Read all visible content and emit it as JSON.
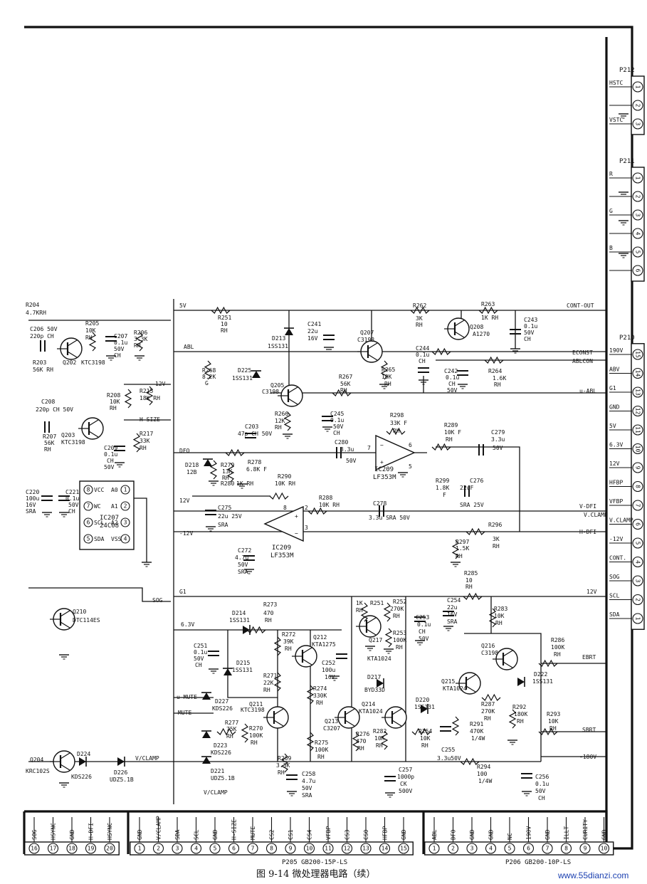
{
  "caption": "图 9-14   微处理器电路（续）",
  "watermark": "www.55dianzi.com",
  "connectors": {
    "p212": {
      "name": "P212",
      "signals": [
        "HSTC",
        "",
        "VSTC"
      ],
      "pins": [
        "1",
        "2",
        "3"
      ]
    },
    "p211": {
      "name": "P211",
      "signals": [
        "R",
        "",
        "G",
        "",
        "B",
        ""
      ],
      "pins": [
        "1",
        "2",
        "3",
        "4",
        "5",
        "6"
      ]
    },
    "p210": {
      "name": "P210",
      "signals": [
        "190V",
        "ABV",
        "G1",
        "GND",
        "5V",
        "6.3V",
        "12V",
        "HFBP",
        "VFBP",
        "V.CLAMP",
        "-12V",
        "CONT.",
        "SOG",
        "SCL",
        "SDA"
      ],
      "pins": [
        "15",
        "14",
        "13",
        "12",
        "11",
        "10",
        "9",
        "8",
        "7",
        "6",
        "5",
        "4",
        "3",
        "2",
        "1"
      ]
    },
    "p205": {
      "name": "P205  GB200-15P-LS",
      "signals": [
        "GND",
        "V/CLAMP",
        "SDA",
        "SCL",
        "GND",
        "H-SIZE",
        "MUTE",
        "CS2",
        "CS1",
        "CS4",
        "VFBP",
        "CS3",
        "CS0",
        "HFBP",
        "GND"
      ],
      "pins": [
        "1",
        "2",
        "3",
        "4",
        "5",
        "6",
        "7",
        "8",
        "9",
        "10",
        "11",
        "12",
        "13",
        "14",
        "15"
      ]
    },
    "p206": {
      "name": "P206  GB200-10P-LS",
      "signals": [
        "ABL",
        "DFO",
        "GND",
        "GND",
        "NC",
        "190V",
        "GND",
        "ILLT",
        "CURITY",
        "GND"
      ],
      "pins": [
        "1",
        "2",
        "3",
        "4",
        "5",
        "6",
        "7",
        "8",
        "9",
        "10"
      ]
    },
    "left": {
      "signals": [
        "SOG",
        "HSYNC",
        "GND",
        "H-DFI",
        "HSYNC"
      ],
      "pins": [
        "16",
        "17",
        "18",
        "19",
        "20"
      ]
    }
  },
  "ic207": {
    "name": "IC207",
    "part": "24C08",
    "pins_left": [
      "VCC",
      "WC",
      "SCL",
      "SDA"
    ],
    "pins_right": [
      "A0",
      "A1",
      "A2",
      "VSS"
    ],
    "nums_left": [
      "8",
      "7",
      "6",
      "5"
    ],
    "nums_right": [
      "1",
      "2",
      "3",
      "4"
    ]
  },
  "ic209a": {
    "name": "IC209",
    "part": "LF353M",
    "pins": [
      "7",
      "6",
      "5"
    ]
  },
  "ic209b": {
    "name": "IC209",
    "part": "LF353M",
    "pins": [
      "8",
      "2",
      "3"
    ]
  },
  "labels": [
    {
      "id": "r204",
      "text": "R204"
    },
    {
      "id": "r204v",
      "text": "4.7KRH"
    },
    {
      "id": "r205",
      "text": "R205"
    },
    {
      "id": "r205v",
      "text": "10K"
    },
    {
      "id": "r205r",
      "text": "RH"
    },
    {
      "id": "c206",
      "text": "C206 50V"
    },
    {
      "id": "c206v",
      "text": "220p CH"
    },
    {
      "id": "c207",
      "text": "C207"
    },
    {
      "id": "c207v",
      "text": "0.1u"
    },
    {
      "id": "c207x",
      "text": "50V"
    },
    {
      "id": "c207y",
      "text": "CH"
    },
    {
      "id": "r206",
      "text": "R206"
    },
    {
      "id": "r206v",
      "text": "3.3K"
    },
    {
      "id": "r206r",
      "text": "RH"
    },
    {
      "id": "q202",
      "text": "Q202"
    },
    {
      "id": "q202p",
      "text": "KTC3198"
    },
    {
      "id": "r203",
      "text": "R203"
    },
    {
      "id": "r203v",
      "text": "56K RH"
    },
    {
      "id": "r208",
      "text": "R208"
    },
    {
      "id": "r208v",
      "text": "10K"
    },
    {
      "id": "r208r",
      "text": "RH"
    },
    {
      "id": "r215",
      "text": "R215"
    },
    {
      "id": "r215v",
      "text": "18K RH"
    },
    {
      "id": "v12a",
      "text": "12V"
    },
    {
      "id": "hsize",
      "text": "H-SIZE"
    },
    {
      "id": "c208",
      "text": "C208"
    },
    {
      "id": "c208v",
      "text": "220p CH 50V"
    },
    {
      "id": "r207",
      "text": "R207"
    },
    {
      "id": "r207v",
      "text": "56K"
    },
    {
      "id": "r207r",
      "text": "RH"
    },
    {
      "id": "q203",
      "text": "Q203"
    },
    {
      "id": "q203p",
      "text": "KTC3198"
    },
    {
      "id": "c209",
      "text": "C209"
    },
    {
      "id": "c209v",
      "text": "0.1u"
    },
    {
      "id": "c209x",
      "text": "CH"
    },
    {
      "id": "c209y",
      "text": "50V"
    },
    {
      "id": "r217",
      "text": "R217"
    },
    {
      "id": "r217v",
      "text": "33K"
    },
    {
      "id": "r217r",
      "text": "RH"
    },
    {
      "id": "c220",
      "text": "C220"
    },
    {
      "id": "c220v",
      "text": "100u"
    },
    {
      "id": "c220x",
      "text": "16V"
    },
    {
      "id": "c220y",
      "text": "SRA"
    },
    {
      "id": "c221",
      "text": "C221"
    },
    {
      "id": "c221v",
      "text": "0.1u"
    },
    {
      "id": "c221x",
      "text": "50V"
    },
    {
      "id": "c221y",
      "text": "CH"
    },
    {
      "id": "q210",
      "text": "Q210"
    },
    {
      "id": "q210p",
      "text": "DTC114ES"
    },
    {
      "id": "sog",
      "text": "SOG"
    },
    {
      "id": "q204",
      "text": "Q204"
    },
    {
      "id": "q204p",
      "text": "KRC102S"
    },
    {
      "id": "d224",
      "text": "D224"
    },
    {
      "id": "d224p",
      "text": "KDS226"
    },
    {
      "id": "d226",
      "text": "D226"
    },
    {
      "id": "d226p",
      "text": "UDZ5.1B"
    },
    {
      "id": "vclamp",
      "text": "V/CLAMP"
    },
    {
      "id": "v5",
      "text": "5V"
    },
    {
      "id": "r251",
      "text": "R251"
    },
    {
      "id": "r251v",
      "text": "10"
    },
    {
      "id": "r251r",
      "text": "RH"
    },
    {
      "id": "abl",
      "text": "ABL"
    },
    {
      "id": "d213",
      "text": "D213"
    },
    {
      "id": "d213p",
      "text": "1SS131"
    },
    {
      "id": "c241",
      "text": "C241"
    },
    {
      "id": "c241v",
      "text": "22u"
    },
    {
      "id": "c241x",
      "text": "16V"
    },
    {
      "id": "q207",
      "text": "Q207"
    },
    {
      "id": "q207p",
      "text": "C3198"
    },
    {
      "id": "r262",
      "text": "R262"
    },
    {
      "id": "r262v",
      "text": "3K"
    },
    {
      "id": "r262r",
      "text": "RH"
    },
    {
      "id": "r263",
      "text": "R263"
    },
    {
      "id": "r263v",
      "text": "1K RH"
    },
    {
      "id": "q208",
      "text": "Q208"
    },
    {
      "id": "q208p",
      "text": "A1270"
    },
    {
      "id": "c243",
      "text": "C243"
    },
    {
      "id": "c243v",
      "text": "0.1u"
    },
    {
      "id": "c243x",
      "text": "50V"
    },
    {
      "id": "c243y",
      "text": "CH"
    },
    {
      "id": "contout",
      "text": "CONT-OUT"
    },
    {
      "id": "c244",
      "text": "C244"
    },
    {
      "id": "c244v",
      "text": "0.1u"
    },
    {
      "id": "c244x",
      "text": "CH"
    },
    {
      "id": "econst",
      "text": "ECONST"
    },
    {
      "id": "ablcon",
      "text": "ABLCON"
    },
    {
      "id": "r268",
      "text": "R268"
    },
    {
      "id": "r268v",
      "text": "8.2K"
    },
    {
      "id": "r268r",
      "text": "G"
    },
    {
      "id": "d225",
      "text": "D225"
    },
    {
      "id": "d225p",
      "text": "1SS131"
    },
    {
      "id": "q205",
      "text": "Q205"
    },
    {
      "id": "q205p",
      "text": "C3198"
    },
    {
      "id": "r267",
      "text": "R267"
    },
    {
      "id": "r267v",
      "text": "56K"
    },
    {
      "id": "r267r",
      "text": "RH"
    },
    {
      "id": "r265",
      "text": "R265"
    },
    {
      "id": "r265v",
      "text": "10K"
    },
    {
      "id": "r265r",
      "text": "RH"
    },
    {
      "id": "c242",
      "text": "C242"
    },
    {
      "id": "c242v",
      "text": "0.1u"
    },
    {
      "id": "c242x",
      "text": "CH"
    },
    {
      "id": "c242y",
      "text": "50V"
    },
    {
      "id": "r264",
      "text": "R264"
    },
    {
      "id": "r264v",
      "text": "1.6K"
    },
    {
      "id": "r264r",
      "text": "RH"
    },
    {
      "id": "uabl",
      "text": "u-ABL"
    },
    {
      "id": "r266",
      "text": "R266"
    },
    {
      "id": "r266v",
      "text": "12K"
    },
    {
      "id": "r266r",
      "text": "RH"
    },
    {
      "id": "c245",
      "text": "C245"
    },
    {
      "id": "c245v",
      "text": "0.1u"
    },
    {
      "id": "c245x",
      "text": "50V"
    },
    {
      "id": "c245y",
      "text": "CH"
    },
    {
      "id": "r298",
      "text": "R298"
    },
    {
      "id": "r298v",
      "text": "33K F"
    },
    {
      "id": "r298r",
      "text": "RH"
    },
    {
      "id": "r289",
      "text": "R289"
    },
    {
      "id": "r289v",
      "text": "10K F"
    },
    {
      "id": "r289r",
      "text": "RH"
    },
    {
      "id": "c279",
      "text": "C279"
    },
    {
      "id": "c279v",
      "text": "3.3u"
    },
    {
      "id": "c279x",
      "text": "50V"
    },
    {
      "id": "dfo",
      "text": "DFO"
    },
    {
      "id": "c203",
      "text": "C203"
    },
    {
      "id": "c203v",
      "text": "47p CH 50V"
    },
    {
      "id": "c280",
      "text": "C280"
    },
    {
      "id": "c280v",
      "text": "3.3u"
    },
    {
      "id": "c280x",
      "text": "50V"
    },
    {
      "id": "d218",
      "text": "D218"
    },
    {
      "id": "d218v",
      "text": "12B"
    },
    {
      "id": "r279",
      "text": "R279"
    },
    {
      "id": "r279v",
      "text": "13K"
    },
    {
      "id": "r279r",
      "text": "RH"
    },
    {
      "id": "r278",
      "text": "R278"
    },
    {
      "id": "r278v",
      "text": "6.8K F"
    },
    {
      "id": "r280",
      "text": "R280"
    },
    {
      "id": "r280v",
      "text": "1K RH"
    },
    {
      "id": "r290",
      "text": "R290"
    },
    {
      "id": "r290v",
      "text": "10K RH"
    },
    {
      "id": "r299",
      "text": "R299"
    },
    {
      "id": "r299v",
      "text": "1.8K"
    },
    {
      "id": "r299r",
      "text": "F"
    },
    {
      "id": "c276",
      "text": "C276"
    },
    {
      "id": "c276v",
      "text": "22uF"
    },
    {
      "id": "c276x",
      "text": "SRA 25V"
    },
    {
      "id": "v12b",
      "text": "12V"
    },
    {
      "id": "c275",
      "text": "C275"
    },
    {
      "id": "c275v",
      "text": "22u 25V"
    },
    {
      "id": "c275x",
      "text": "SRA"
    },
    {
      "id": "r288",
      "text": "R288"
    },
    {
      "id": "r288v",
      "text": "10K RH"
    },
    {
      "id": "c278",
      "text": "C278"
    },
    {
      "id": "c278v",
      "text": "3.3u SRA 50V"
    },
    {
      "id": "vdfi",
      "text": "V-DFI"
    },
    {
      "id": "hdfi",
      "text": "H-DFI"
    },
    {
      "id": "vclamp2",
      "text": "V.CLAMP"
    },
    {
      "id": "m12v",
      "text": "-12V"
    },
    {
      "id": "r297",
      "text": "R297"
    },
    {
      "id": "r297v",
      "text": "1.5K"
    },
    {
      "id": "r297r",
      "text": "RH"
    },
    {
      "id": "r296",
      "text": "R296"
    },
    {
      "id": "r296v",
      "text": "3K"
    },
    {
      "id": "r296r",
      "text": "RH"
    },
    {
      "id": "c272",
      "text": "C272"
    },
    {
      "id": "c272v",
      "text": "4.7u"
    },
    {
      "id": "c272x",
      "text": "50V"
    },
    {
      "id": "c272y",
      "text": "SRA"
    },
    {
      "id": "g1",
      "text": "G1"
    },
    {
      "id": "r285",
      "text": "R285"
    },
    {
      "id": "r285v",
      "text": "10"
    },
    {
      "id": "r285r",
      "text": "RH"
    },
    {
      "id": "v12c",
      "text": "12V"
    },
    {
      "id": "v63",
      "text": "6.3V"
    },
    {
      "id": "d214",
      "text": "D214"
    },
    {
      "id": "d214p",
      "text": "1SS131"
    },
    {
      "id": "r273",
      "text": "R273"
    },
    {
      "id": "r273v",
      "text": "470"
    },
    {
      "id": "r273r",
      "text": "RH"
    },
    {
      "id": "r272",
      "text": "R272"
    },
    {
      "id": "r272v",
      "text": "39K"
    },
    {
      "id": "r272r",
      "text": "RH"
    },
    {
      "id": "q212",
      "text": "Q212"
    },
    {
      "id": "q212p",
      "text": "KTA1275"
    },
    {
      "id": "c252",
      "text": "C252"
    },
    {
      "id": "c252v",
      "text": "100u"
    },
    {
      "id": "c252x",
      "text": "16V"
    },
    {
      "id": "c251",
      "text": "C251"
    },
    {
      "id": "c251v",
      "text": "0.1u"
    },
    {
      "id": "c251x",
      "text": "50V"
    },
    {
      "id": "c251y",
      "text": "CH"
    },
    {
      "id": "d215",
      "text": "D215"
    },
    {
      "id": "d215p",
      "text": "1SS131"
    },
    {
      "id": "r271",
      "text": "R271"
    },
    {
      "id": "r271v",
      "text": "22K"
    },
    {
      "id": "r271r",
      "text": "RH"
    },
    {
      "id": "r274",
      "text": "R274"
    },
    {
      "id": "r274v",
      "text": "330K"
    },
    {
      "id": "r274r",
      "text": "RH"
    },
    {
      "id": "umute",
      "text": "u-MUTE"
    },
    {
      "id": "mute",
      "text": "MUTE"
    },
    {
      "id": "d227",
      "text": "D227"
    },
    {
      "id": "d227p",
      "text": "KDS226"
    },
    {
      "id": "q211",
      "text": "Q211"
    },
    {
      "id": "q211p",
      "text": "KTC3198"
    },
    {
      "id": "r277",
      "text": "R277"
    },
    {
      "id": "r277v",
      "text": "75K"
    },
    {
      "id": "r277r",
      "text": "RH"
    },
    {
      "id": "r270",
      "text": "R270"
    },
    {
      "id": "r270v",
      "text": "100K"
    },
    {
      "id": "r270r",
      "text": "RH"
    },
    {
      "id": "d223",
      "text": "D223"
    },
    {
      "id": "d223p",
      "text": "KDS226"
    },
    {
      "id": "d221",
      "text": "D221"
    },
    {
      "id": "d221p",
      "text": "UDZ5.1B"
    },
    {
      "id": "vclamp3",
      "text": "V/CLAMP"
    },
    {
      "id": "r269",
      "text": "R269"
    },
    {
      "id": "r269v",
      "text": "3.3K"
    },
    {
      "id": "r269r",
      "text": "RH"
    },
    {
      "id": "c258",
      "text": "C258"
    },
    {
      "id": "c258v",
      "text": "4.7u"
    },
    {
      "id": "c258x",
      "text": "50V"
    },
    {
      "id": "c258y",
      "text": "SRA"
    },
    {
      "id": "r251b",
      "text": "R251"
    },
    {
      "id": "r251bv",
      "text": "1K"
    },
    {
      "id": "r251br",
      "text": "RH"
    },
    {
      "id": "r252",
      "text": "R252"
    },
    {
      "id": "r252v",
      "text": "270K"
    },
    {
      "id": "r252r",
      "text": "RH"
    },
    {
      "id": "q217",
      "text": "Q217"
    },
    {
      "id": "q217p",
      "text": "KTA1024"
    },
    {
      "id": "r253",
      "text": "R253"
    },
    {
      "id": "r253v",
      "text": "100K"
    },
    {
      "id": "r253r",
      "text": "RH"
    },
    {
      "id": "c253",
      "text": "C253"
    },
    {
      "id": "c253v",
      "text": "0.1u"
    },
    {
      "id": "c253x",
      "text": "CH"
    },
    {
      "id": "c253y",
      "text": "50V"
    },
    {
      "id": "c254",
      "text": "C254"
    },
    {
      "id": "c254v",
      "text": "22u"
    },
    {
      "id": "c254x",
      "text": "16V"
    },
    {
      "id": "c254y",
      "text": "SRA"
    },
    {
      "id": "r283",
      "text": "R283"
    },
    {
      "id": "r283v",
      "text": "10K"
    },
    {
      "id": "r283r",
      "text": "RH"
    },
    {
      "id": "q216",
      "text": "Q216"
    },
    {
      "id": "q216p",
      "text": "C3198"
    },
    {
      "id": "r286",
      "text": "R286"
    },
    {
      "id": "r286v",
      "text": "100K"
    },
    {
      "id": "r286r",
      "text": "RH"
    },
    {
      "id": "ebrt",
      "text": "EBRT"
    },
    {
      "id": "d217",
      "text": "D217"
    },
    {
      "id": "d217p",
      "text": "BYD33D"
    },
    {
      "id": "q215",
      "text": "Q215"
    },
    {
      "id": "q215p",
      "text": "KTA1024"
    },
    {
      "id": "d222",
      "text": "D222"
    },
    {
      "id": "d222p",
      "text": "1SS131"
    },
    {
      "id": "q213",
      "text": "Q213"
    },
    {
      "id": "q213p",
      "text": "C3207"
    },
    {
      "id": "q214",
      "text": "Q214"
    },
    {
      "id": "q214p",
      "text": "KTA1024"
    },
    {
      "id": "d220",
      "text": "D220"
    },
    {
      "id": "d220p",
      "text": "1SS131"
    },
    {
      "id": "r287",
      "text": "R287"
    },
    {
      "id": "r287v",
      "text": "270K"
    },
    {
      "id": "r287r",
      "text": "RH"
    },
    {
      "id": "r292",
      "text": "R292"
    },
    {
      "id": "r292v",
      "text": "180K"
    },
    {
      "id": "r292r",
      "text": "RH"
    },
    {
      "id": "r293",
      "text": "R293"
    },
    {
      "id": "r293v",
      "text": "10K"
    },
    {
      "id": "r293r",
      "text": "RH"
    },
    {
      "id": "sbrt",
      "text": "SBRT"
    },
    {
      "id": "r275",
      "text": "R275"
    },
    {
      "id": "r275v",
      "text": "100K"
    },
    {
      "id": "r275r",
      "text": "RH"
    },
    {
      "id": "r276",
      "text": "R276"
    },
    {
      "id": "r276v",
      "text": "470"
    },
    {
      "id": "r276r",
      "text": "RH"
    },
    {
      "id": "r282",
      "text": "R282"
    },
    {
      "id": "r282v",
      "text": "10K"
    },
    {
      "id": "r282r",
      "text": "RH"
    },
    {
      "id": "r254",
      "text": "R254"
    },
    {
      "id": "r254v",
      "text": "10K"
    },
    {
      "id": "r254r",
      "text": "RH"
    },
    {
      "id": "r291",
      "text": "R291"
    },
    {
      "id": "r291v",
      "text": "470K"
    },
    {
      "id": "r291r",
      "text": "1/4W"
    },
    {
      "id": "c255",
      "text": "C255"
    },
    {
      "id": "c255v",
      "text": "3.3u50V"
    },
    {
      "id": "m180",
      "text": "-180V"
    },
    {
      "id": "c257",
      "text": "C257"
    },
    {
      "id": "c257v",
      "text": "1000p"
    },
    {
      "id": "c257x",
      "text": "CK"
    },
    {
      "id": "c257y",
      "text": "500V"
    },
    {
      "id": "r294",
      "text": "R294"
    },
    {
      "id": "r294v",
      "text": "100"
    },
    {
      "id": "r294r",
      "text": "1/4W"
    },
    {
      "id": "c256",
      "text": "C256"
    },
    {
      "id": "c256v",
      "text": "0.1u"
    },
    {
      "id": "c256x",
      "text": "50V"
    },
    {
      "id": "c256y",
      "text": "CH"
    }
  ]
}
